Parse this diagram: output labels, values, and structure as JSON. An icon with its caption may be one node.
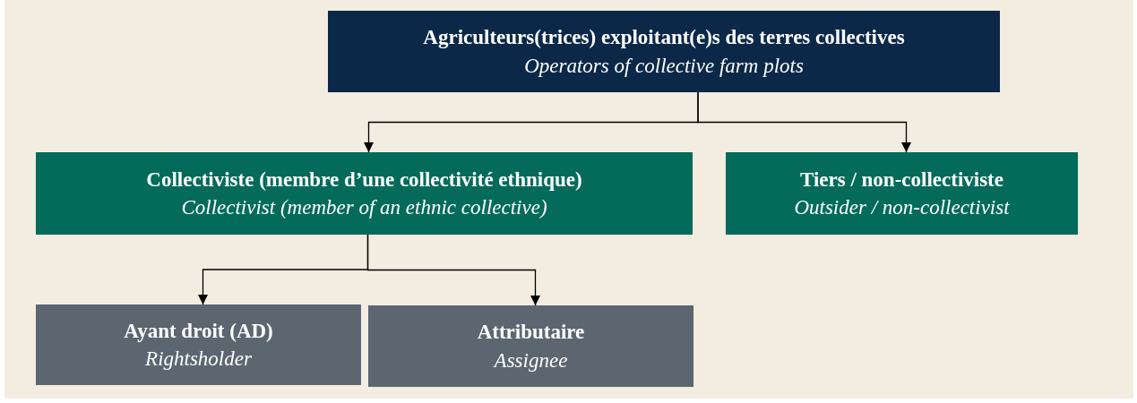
{
  "diagram": {
    "nodes": [
      {
        "text": [
          "Agriculteurs(trices) exploitant(e)s des terres collectives",
          "Operators of collective farm plots"
        ]
      },
      {
        "text": [
          "Collectiviste (membre d’une collectivité ethnique)",
          "Collectivist (member of an ethnic collective)"
        ]
      },
      {
        "text": [
          "Tiers / non-collectiviste",
          "Outsider / non-collectivist"
        ]
      },
      {
        "text": [
          "Ayant droit (AD)",
          "Rightsholder"
        ]
      },
      {
        "text": [
          "Attributaire",
          "Assignee"
        ]
      }
    ],
    "edges": [
      {
        "from": 0,
        "to": 1,
        "arrow": "to"
      },
      {
        "from": 0,
        "to": 2,
        "arrow": "to"
      },
      {
        "from": 1,
        "to": 3,
        "arrow": "to"
      },
      {
        "from": 1,
        "to": 4,
        "arrow": "to"
      }
    ]
  }
}
